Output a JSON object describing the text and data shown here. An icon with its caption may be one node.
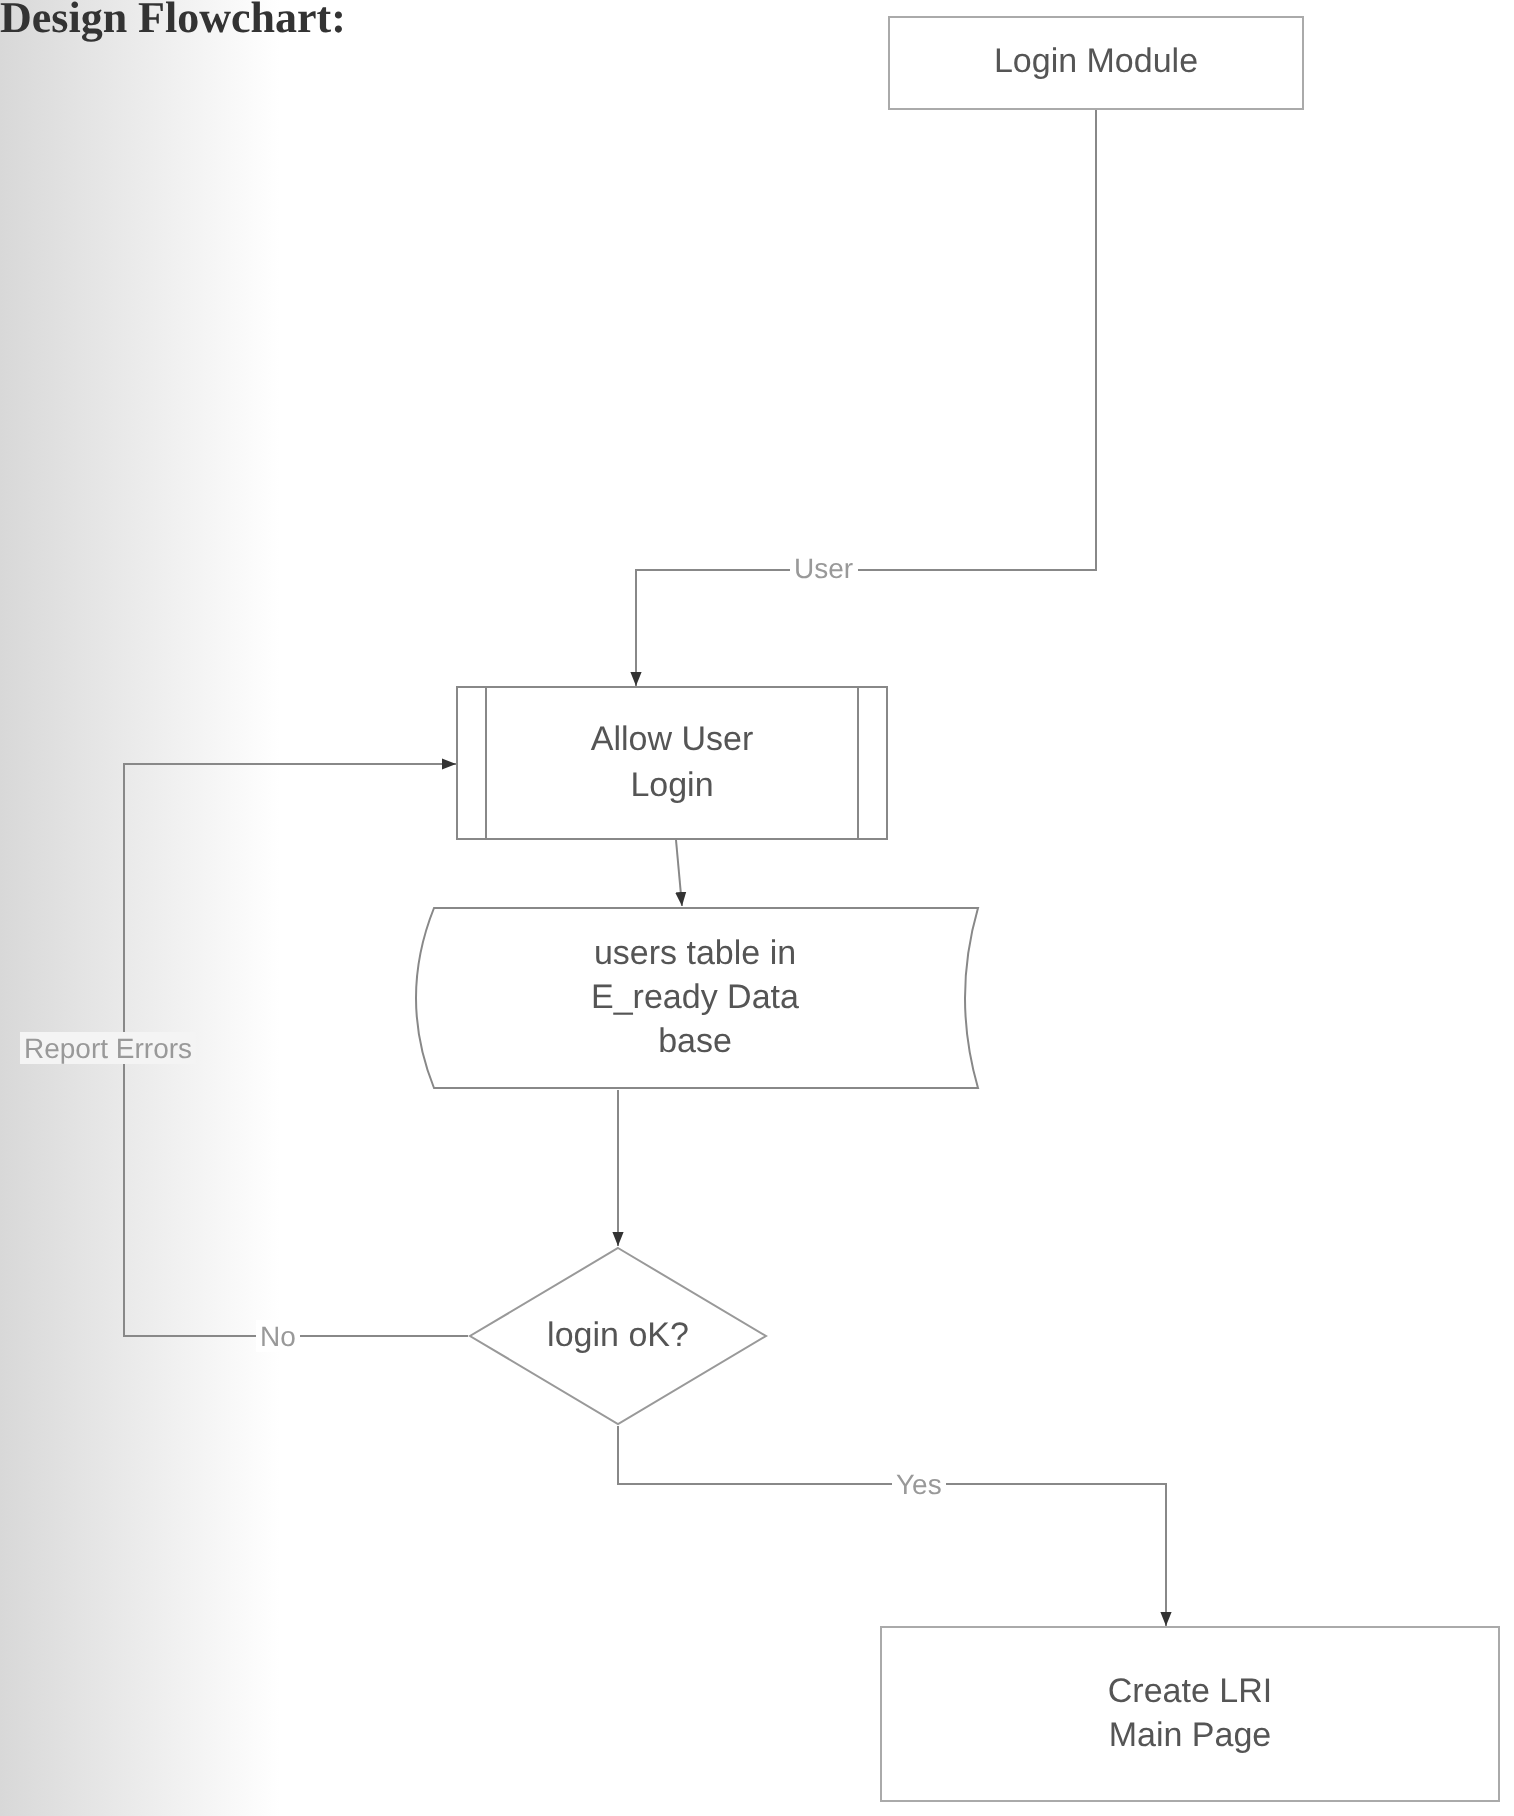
{
  "diagram": {
    "title": "Design Flowchart:",
    "nodes": [
      {
        "text": [
          "Login Module"
        ]
      },
      {
        "text": [
          "Allow User Login"
        ]
      },
      {
        "text": [
          "users table in E_ready Data base"
        ]
      },
      {
        "text": [
          "login oK?"
        ]
      },
      {
        "text": [
          "Create LRI Main Page"
        ]
      }
    ],
    "edges": [
      {
        "from": 0,
        "to": 1,
        "arrow": "to",
        "label": "User"
      },
      {
        "from": 1,
        "to": 2,
        "arrow": "to"
      },
      {
        "from": 2,
        "to": 3,
        "arrow": "to"
      },
      {
        "from": 3,
        "to": 1,
        "arrow": "to",
        "label": "No"
      },
      {
        "from": 3,
        "to": 4,
        "arrow": "to",
        "label": "Yes"
      }
    ],
    "labels": [
      "Report Errors"
    ]
  }
}
